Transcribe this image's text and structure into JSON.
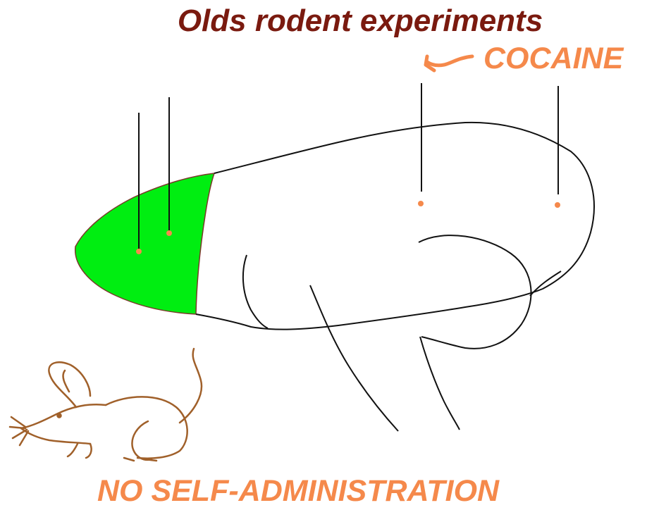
{
  "title": "Olds rodent experiments",
  "drug_label": "COCAINE",
  "result_label": "NO SELF-ADMINISTRATION",
  "colors": {
    "title": "#7a1a0f",
    "accent_orange": "#f5894b",
    "prefrontal_fill": "#00ee11",
    "outline": "#111111",
    "mouse": "#a0602a",
    "electrode_tip": "#f5894b"
  },
  "icons": {
    "arrow": "curved-arrow-icon",
    "mouse": "mouse-icon"
  }
}
